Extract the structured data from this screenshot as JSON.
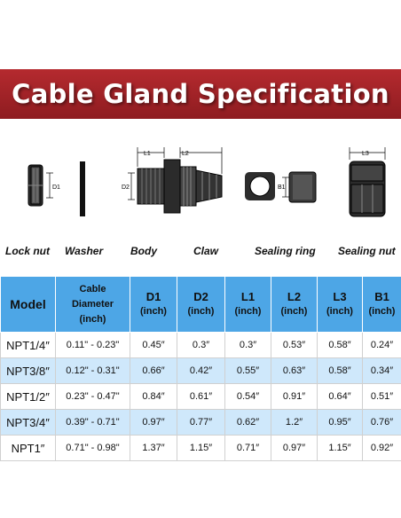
{
  "banner": {
    "title": "Cable Gland Specification"
  },
  "parts": {
    "lock_nut": "Lock nut",
    "washer": "Washer",
    "body": "Body",
    "claw": "Claw",
    "sealing_ring": "Sealing ring",
    "sealing_nut": "Sealing nut"
  },
  "dimension_labels": {
    "d1": "D1",
    "d2": "D2",
    "l1": "L1",
    "l2": "L2",
    "l3": "L3",
    "b1": "B1"
  },
  "table": {
    "headers": {
      "model": "Model",
      "cable_l1": "Cable",
      "cable_l2": "Diameter",
      "cable_unit": "(inch)",
      "d1": "D1",
      "d2": "D2",
      "l1": "L1",
      "l2": "L2",
      "l3": "L3",
      "b1": "B1",
      "unit": "(inch)"
    },
    "rows": [
      {
        "model": "NPT1/4″",
        "cable": "0.11\" - 0.23\"",
        "d1": "0.45″",
        "d2": "0.3″",
        "l1": "0.3″",
        "l2": "0.53″",
        "l3": "0.58″",
        "b1": "0.24″"
      },
      {
        "model": "NPT3/8″",
        "cable": "0.12\" - 0.31\"",
        "d1": "0.66″",
        "d2": "0.42″",
        "l1": "0.55″",
        "l2": "0.63″",
        "l3": "0.58″",
        "b1": "0.34″"
      },
      {
        "model": "NPT1/2″",
        "cable": "0.23\" - 0.47\"",
        "d1": "0.84″",
        "d2": "0.61″",
        "l1": "0.54″",
        "l2": "0.91″",
        "l3": "0.64″",
        "b1": "0.51″"
      },
      {
        "model": "NPT3/4″",
        "cable": "0.39\" - 0.71\"",
        "d1": "0.97″",
        "d2": "0.77″",
        "l1": "0.62″",
        "l2": "1.2″",
        "l3": "0.95″",
        "b1": "0.76″"
      },
      {
        "model": "NPT1″",
        "cable": "0.71\" - 0.98\"",
        "d1": "1.37″",
        "d2": "1.15″",
        "l1": "0.71″",
        "l2": "0.97″",
        "l3": "1.15″",
        "b1": "0.92″"
      }
    ]
  },
  "colors": {
    "banner": "#a3242a",
    "header": "#4da6e6",
    "row_alt": "#cfe8fb"
  }
}
